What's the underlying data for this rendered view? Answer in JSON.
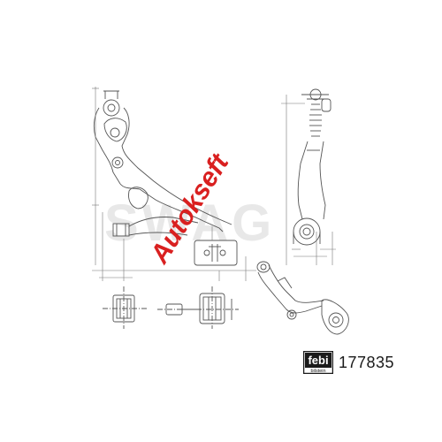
{
  "brand": {
    "logo_text": "febi",
    "logo_subtext": "bilstein",
    "color": "#1a1a1a"
  },
  "product": {
    "part_number": "177835"
  },
  "watermark": {
    "text": "Autokseft",
    "color": "#d92020"
  },
  "background_watermark": {
    "text": "SWAG",
    "color": "#e6e6e6"
  },
  "line_color": "#555555"
}
